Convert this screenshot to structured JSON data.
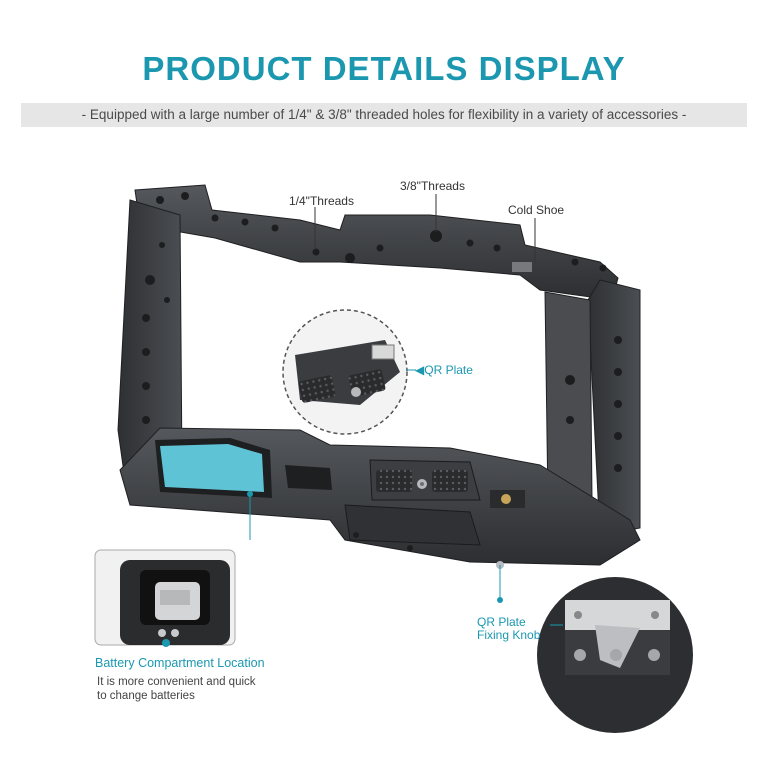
{
  "header": {
    "title": "PRODUCT DETAILS DISPLAY",
    "subtitle": "- Equipped with a large number of 1/4\" & 3/8\" threaded holes for flexibility in a variety of accessories -"
  },
  "callouts": {
    "quarter_threads": "1/4\"Threads",
    "three_eighth_threads": "3/8\"Threads",
    "cold_shoe": "Cold Shoe",
    "qr_plate": "◀QR Plate",
    "qr_plate_knob_line1": "QR Plate",
    "qr_plate_knob_line2": "Fixing Knob",
    "battery_title": "Battery Compartment Location",
    "battery_desc_line1": "It is more convenient and quick",
    "battery_desc_line2": "to change batteries"
  },
  "colors": {
    "accent": "#1b98b0",
    "cage_metal": "#3b3d40",
    "battery_window": "#5fc3d6"
  }
}
